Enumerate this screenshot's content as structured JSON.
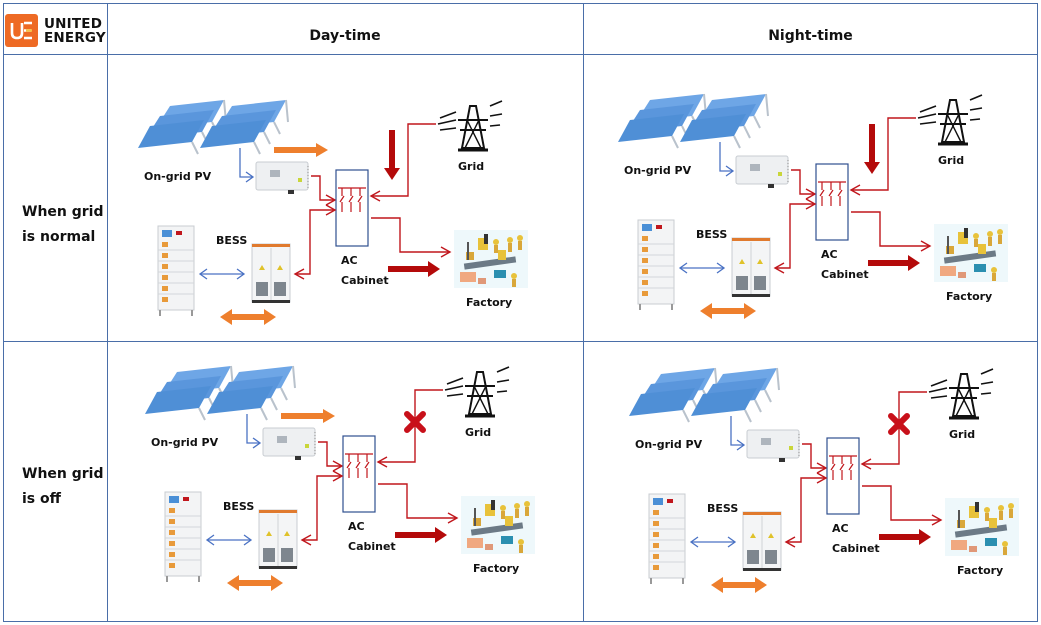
{
  "brand": {
    "logo_mark": "UE",
    "name_line1": "UNITED",
    "name_line2": "ENERGY",
    "color": "#ee6a24"
  },
  "columns": [
    {
      "label": "Day-time"
    },
    {
      "label": "Night-time"
    }
  ],
  "rows": [
    {
      "label_line1": "When grid",
      "label_line2": "is normal"
    },
    {
      "label_line1": "When grid",
      "label_line2": "is off"
    }
  ],
  "diagram_labels": {
    "pv": "On-grid PV",
    "bess": "BESS",
    "ac_line1": "AC",
    "ac_line2": "Cabinet",
    "grid": "Grid",
    "factory": "Factory"
  },
  "scenarios": [
    {
      "row": "When grid is normal",
      "column": "Day-time",
      "pv_power_flow": true,
      "grid_supply": true,
      "grid_disconnected": false,
      "bess_flow": "bidirectional"
    },
    {
      "row": "When grid is normal",
      "column": "Night-time",
      "pv_power_flow": false,
      "grid_supply": true,
      "grid_disconnected": false,
      "bess_flow": "bidirectional"
    },
    {
      "row": "When grid is off",
      "column": "Day-time",
      "pv_power_flow": true,
      "grid_supply": false,
      "grid_disconnected": true,
      "bess_flow": "bidirectional"
    },
    {
      "row": "When grid is off",
      "column": "Night-time",
      "pv_power_flow": false,
      "grid_supply": false,
      "grid_disconnected": true,
      "bess_flow": "bidirectional"
    }
  ],
  "colors": {
    "border": "#4a6ea8",
    "ac_wire": "#c0161c",
    "dc_wire": "#4a72c4",
    "flow_orange": "#ee7f2d",
    "flow_red": "#b40a0a",
    "panel_blue": "#4f8fd6"
  }
}
